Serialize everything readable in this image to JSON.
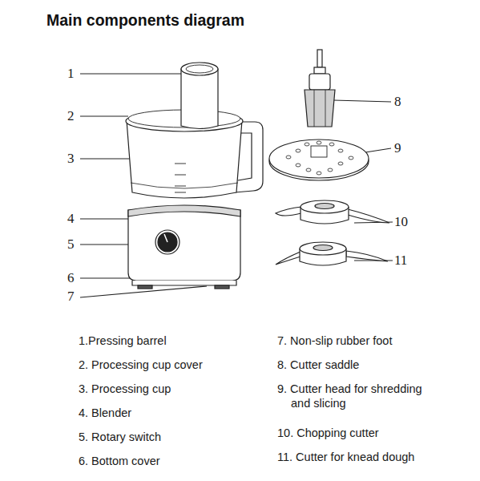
{
  "diagram": {
    "title": "Main components diagram",
    "labels": [
      "1",
      "2",
      "3",
      "4",
      "5",
      "6",
      "7",
      "8",
      "9",
      "10",
      "11",
      "1.Pressing barrel",
      "2. Processing cup cover",
      "3. Processing cup",
      "4. Blender",
      "5. Rotary switch",
      "6. Bottom cover",
      "7. Non-slip rubber foot",
      "8. Cutter saddle",
      "9. Cutter head for shredding and slicing",
      "10. Chopping cutter",
      "11. Cutter for knead dough"
    ]
  }
}
